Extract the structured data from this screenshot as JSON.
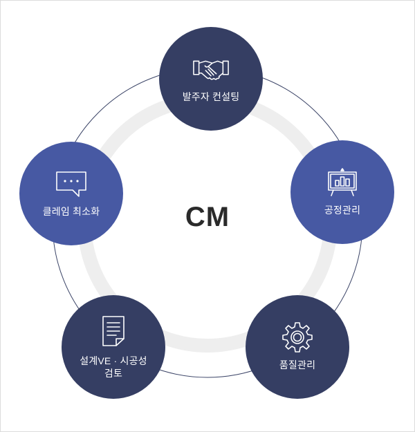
{
  "center": {
    "title": "CM"
  },
  "nodes": [
    {
      "id": "top",
      "label": "발주자 컨설팅",
      "icon": "handshake-icon"
    },
    {
      "id": "right",
      "label": "공정관리",
      "icon": "presentation-board-icon"
    },
    {
      "id": "bottom_right",
      "label": "품질관리",
      "icon": "gear-icon"
    },
    {
      "id": "bottom_left",
      "label_line1": "설계VE · 시공성",
      "label_line2": "검토",
      "icon": "document-icon"
    },
    {
      "id": "left",
      "label": "클레임 최소화",
      "icon": "chat-bubble-icon"
    }
  ],
  "colors": {
    "node_dark": "#353e63",
    "node_blue": "#4759a3",
    "inner_ring": "#eeeeee",
    "outer_line": "#3a4366",
    "center_text": "#2a2a2a"
  }
}
